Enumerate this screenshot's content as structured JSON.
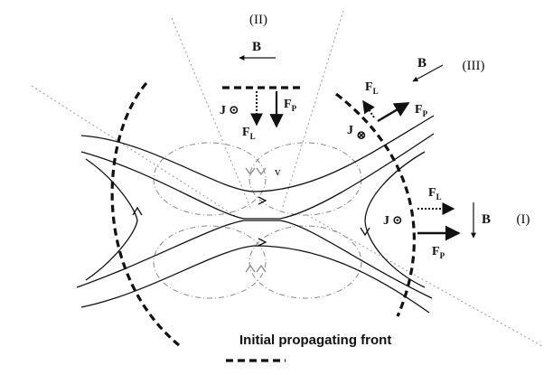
{
  "regions": {
    "region_1": "(I)",
    "region_2": "(II)",
    "region_3": "(III)"
  },
  "symbols": {
    "b": "B",
    "j": "J",
    "fl_base": "F",
    "fl_sub": "L",
    "fp_base": "F",
    "fp_sub": "P",
    "v": "v",
    "current_out": "⊙",
    "current_in": "⊗"
  },
  "caption": "Initial propagating front",
  "colors": {
    "ink": "#111111",
    "guide": "#999999",
    "flow": "#888888"
  }
}
